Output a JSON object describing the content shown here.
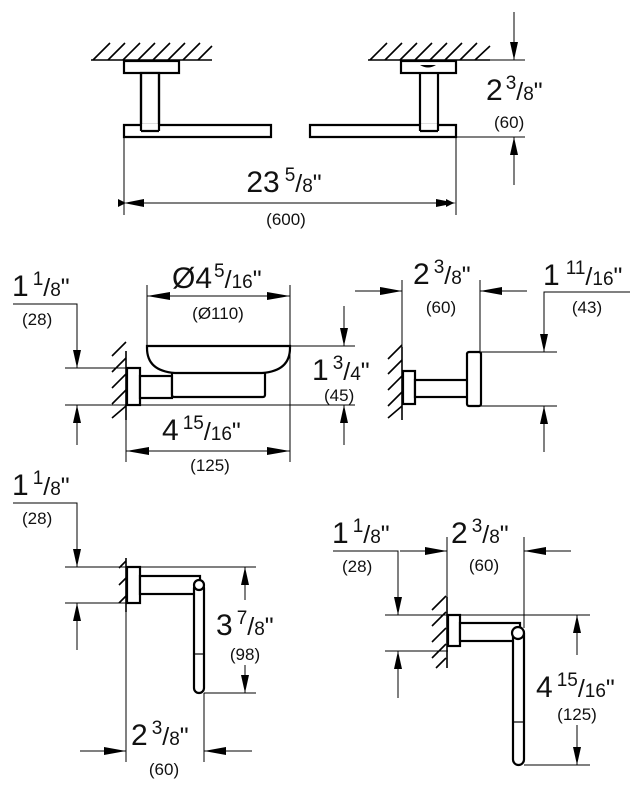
{
  "drawing": {
    "towel_bar": {
      "width": {
        "whole": "23",
        "num": "5",
        "den": "8",
        "mm": "(600)"
      },
      "depth": {
        "whole": "2",
        "num": "3",
        "den": "8",
        "mm": "(60)"
      }
    },
    "soap_dish": {
      "diameter": {
        "prefix": "Ø4",
        "num": "5",
        "den": "16",
        "mm": "(Ø110)"
      },
      "plate_height": {
        "whole": "1",
        "num": "1",
        "den": "8",
        "mm": "(28)"
      },
      "height": {
        "whole": "1",
        "num": "3",
        "den": "4",
        "mm": "(45)"
      },
      "projection": {
        "whole": "4",
        "num": "15",
        "den": "16",
        "mm": "(125)"
      }
    },
    "robe_hook": {
      "projection": {
        "whole": "2",
        "num": "3",
        "den": "8",
        "mm": "(60)"
      },
      "height": {
        "whole": "1",
        "num": "11",
        "den": "16",
        "mm": "(43)"
      }
    },
    "paper_holder": {
      "plate_height": {
        "whole": "1",
        "num": "1",
        "den": "8",
        "mm": "(28)"
      },
      "arm_length": {
        "whole": "3",
        "num": "7",
        "den": "8",
        "mm": "(98)"
      },
      "projection": {
        "whole": "2",
        "num": "3",
        "den": "8",
        "mm": "(60)"
      }
    },
    "towel_ring": {
      "plate_height": {
        "whole": "1",
        "num": "1",
        "den": "8",
        "mm": "(28)"
      },
      "projection": {
        "whole": "2",
        "num": "3",
        "den": "8",
        "mm": "(60)"
      },
      "arm_length": {
        "whole": "4",
        "num": "15",
        "den": "16",
        "mm": "(125)"
      }
    },
    "inch_mark": "\""
  }
}
